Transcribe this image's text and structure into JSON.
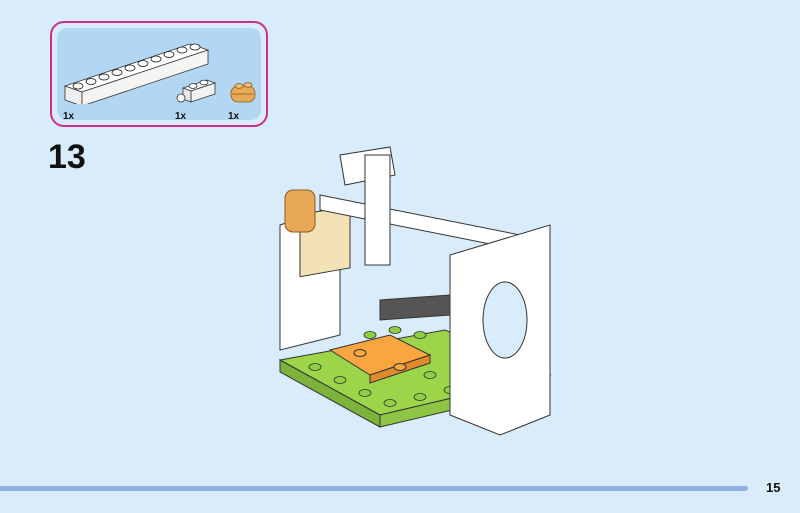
{
  "parts_list": {
    "items": [
      {
        "name": "white-brick-1x10",
        "qty": "1x"
      },
      {
        "name": "white-brick-1x2-with-clip",
        "qty": "1x"
      },
      {
        "name": "tan-brick-1x2-rounded",
        "qty": "1x"
      }
    ]
  },
  "step_number": "13",
  "page_number": "15",
  "colors": {
    "frame": "#cc2f8a",
    "background": "#d8ecfb",
    "callout": "#b3d7f3",
    "bar": "#8fb0e2"
  }
}
